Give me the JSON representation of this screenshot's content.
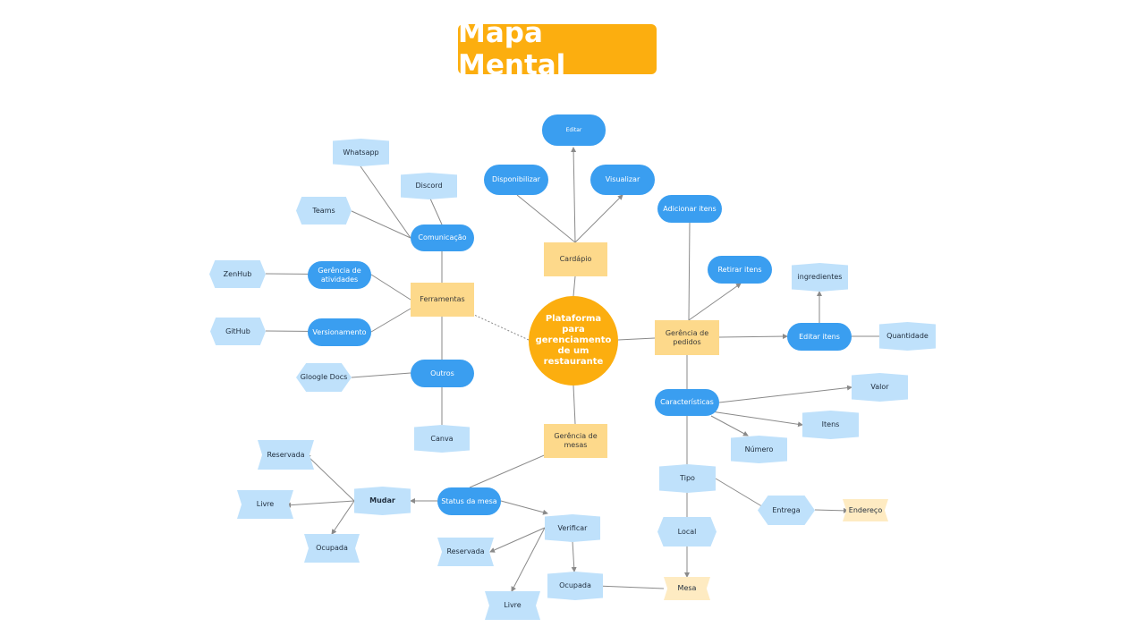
{
  "title": "Mapa Mental",
  "colors": {
    "accent": "#fcae0f",
    "node_blue": "#3a9ef0",
    "node_light": "#bfe1fb",
    "node_rect": "#fdd98b",
    "line": "#8a8a8a"
  },
  "nodes": {
    "root": "Plataforma para gerenciamento de um restaurante",
    "cardapio": "Cardápio",
    "editar": "Editar",
    "disponibilizar": "Disponibilizar",
    "visualizar": "Visualizar",
    "ferramentas": "Ferramentas",
    "comunicacao": "Comunicação",
    "whatsapp": "Whatsapp",
    "discord": "Discord",
    "teams": "Teams",
    "gerencia_atividades": "Gerência de atividades",
    "zenhub": "ZenHub",
    "versionamento": "Versionamento",
    "github": "GitHub",
    "outros": "Outros",
    "google_docs": "Gloogle Docs",
    "canva": "Canva",
    "gerencia_pedidos": "Gerência de pedidos",
    "adicionar_itens": "Adicionar itens",
    "retirar_itens": "Retirar itens",
    "editar_itens": "Editar itens",
    "ingredientes": "ingredientes",
    "quantidade": "Quantidade",
    "caracteristicas": "Características",
    "valor": "Valor",
    "itens": "Itens",
    "numero": "Número",
    "tipo": "Tipo",
    "entrega": "Entrega",
    "endereco": "Endereço",
    "local": "Local",
    "mesa": "Mesa",
    "gerencia_mesas": "Gerência de mesas",
    "status_mesa": "Status da mesa",
    "mudar": "Mudar",
    "reservada_1": "Reservada",
    "livre_1": "Livre",
    "ocupada_1": "Ocupada",
    "verificar": "Verificar",
    "reservada_2": "Reservada",
    "livre_2": "Livre",
    "ocupada_2": "Ocupada"
  }
}
